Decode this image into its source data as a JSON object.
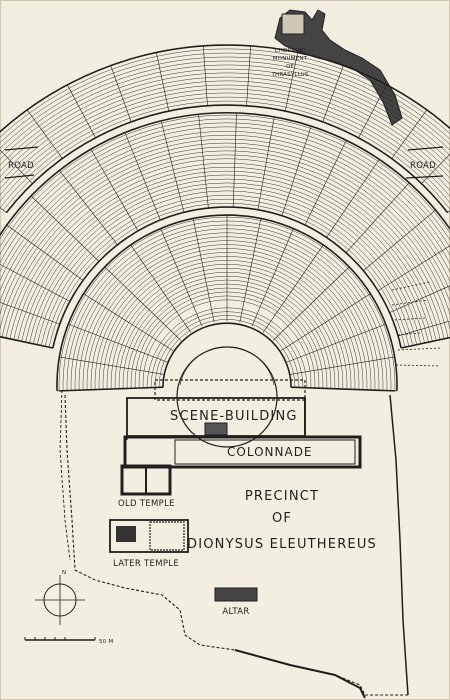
{
  "plan": {
    "labels": {
      "choragic_monument": [
        "CHORAGIC",
        "MONUMENT",
        "OF",
        "THRASYLLUS"
      ],
      "road_left": "ROAD",
      "road_right": "ROAD",
      "scene_building": "SCENE-BUILDING",
      "colonnade": "COLONNADE",
      "old_temple": "OLD TEMPLE",
      "later_temple": "LATER TEMPLE",
      "precinct": [
        "PRECINCT",
        "OF",
        "DIONYSUS  ELEUTHEREUS"
      ],
      "altar": "ALTAR",
      "compass_letter": "N",
      "scale_label": "50 M"
    }
  }
}
